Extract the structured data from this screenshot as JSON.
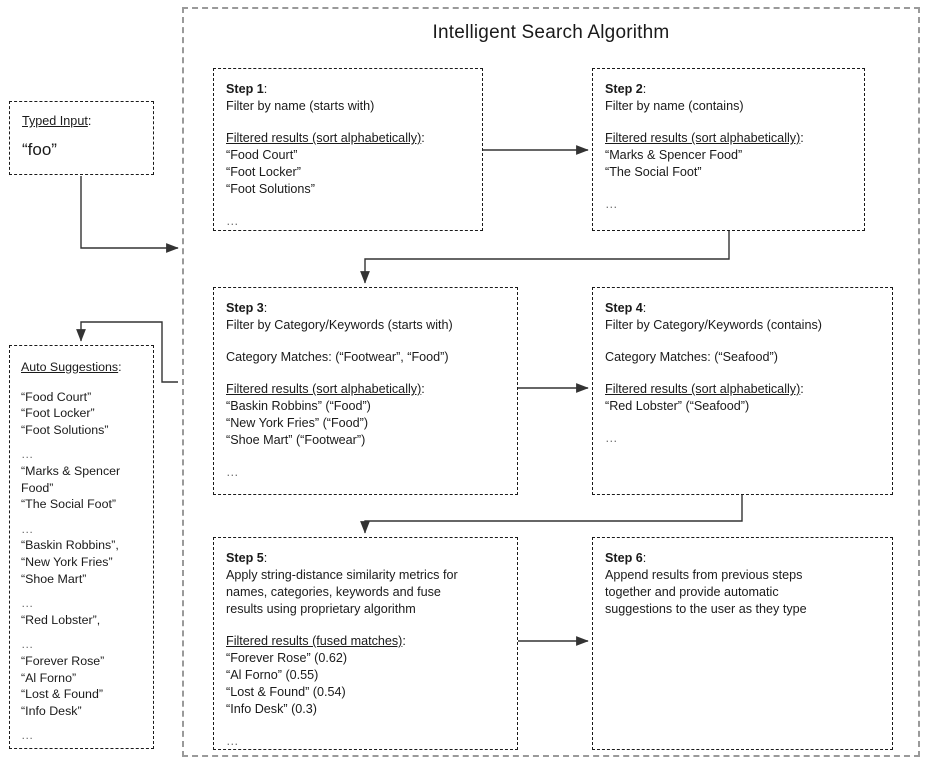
{
  "diagram": {
    "title": "Intelligent Search Algorithm",
    "colors": {
      "container_border": "#9a9a9a",
      "box_border": "#1a1a1a",
      "text": "#1a1a1a",
      "dots": "#6d6d6d",
      "connector": "#333333",
      "background": "#ffffff"
    }
  },
  "typed_input": {
    "label": "Typed Input",
    "label_colon": ":",
    "value": "“foo”"
  },
  "auto_suggestions": {
    "label": "Auto Suggestions",
    "label_colon": ":",
    "groups": [
      {
        "items": [
          "“Food Court”",
          "“Foot Locker”",
          "“Foot Solutions”"
        ],
        "ellipsis": "…"
      },
      {
        "items": [
          "“Marks & Spencer",
          "Food”",
          "“The Social Foot”"
        ],
        "ellipsis": "…"
      },
      {
        "items": [
          "“Baskin Robbins”,",
          "“New York Fries”",
          "“Shoe Mart”"
        ],
        "ellipsis": "…"
      },
      {
        "items": [
          "“Red Lobster”,"
        ],
        "ellipsis": "…"
      },
      {
        "items": [
          "“Forever Rose”",
          "“Al Forno”",
          "“Lost & Found”",
          "“Info Desk”"
        ],
        "ellipsis": "…"
      }
    ]
  },
  "steps": [
    {
      "id": "step-1",
      "name": "Step 1",
      "colon": ":",
      "description": [
        "Filter by name (starts with)"
      ],
      "results_label": "Filtered results (sort alphabetically)",
      "results_colon": ":",
      "results": [
        "“Food Court”",
        "“Foot Locker”",
        "“Foot Solutions”"
      ],
      "ellipsis": "…"
    },
    {
      "id": "step-2",
      "name": "Step 2",
      "colon": ":",
      "description": [
        "Filter by name (contains)"
      ],
      "results_label": "Filtered results (sort alphabetically)",
      "results_colon": ":",
      "results": [
        "“Marks & Spencer Food”",
        "“The Social Foot”"
      ],
      "ellipsis": "…"
    },
    {
      "id": "step-3",
      "name": "Step 3",
      "colon": ":",
      "description": [
        "Filter by Category/Keywords (starts with)"
      ],
      "category_matches": "Category Matches: (“Footwear”, “Food”)",
      "results_label": "Filtered results (sort alphabetically)",
      "results_colon": ":",
      "results": [
        "“Baskin Robbins” (“Food”)",
        "“New York Fries” (“Food”)",
        "“Shoe Mart” (“Footwear”)"
      ],
      "ellipsis": "…"
    },
    {
      "id": "step-4",
      "name": "Step 4",
      "colon": ":",
      "description": [
        "Filter by Category/Keywords (contains)"
      ],
      "category_matches": "Category Matches: (“Seafood”)",
      "results_label": "Filtered results (sort alphabetically)",
      "results_colon": ":",
      "results": [
        "“Red Lobster” (“Seafood”)"
      ],
      "ellipsis": "…"
    },
    {
      "id": "step-5",
      "name": "Step 5",
      "colon": ":",
      "description": [
        "Apply string-distance similarity metrics for",
        "names, categories, keywords and fuse",
        "results using proprietary algorithm"
      ],
      "results_label": "Filtered results (fused matches)",
      "results_colon": ":",
      "results": [
        "“Forever Rose” (0.62)",
        "“Al Forno” (0.55)",
        "“Lost & Found” (0.54)",
        "“Info Desk” (0.3)"
      ],
      "ellipsis": "…"
    },
    {
      "id": "step-6",
      "name": "Step 6",
      "colon": ":",
      "description": [
        "Append results from previous steps",
        "together and provide automatic",
        "suggestions to the user as they type"
      ],
      "results_label": "",
      "results_colon": "",
      "results": [],
      "ellipsis": ""
    }
  ]
}
